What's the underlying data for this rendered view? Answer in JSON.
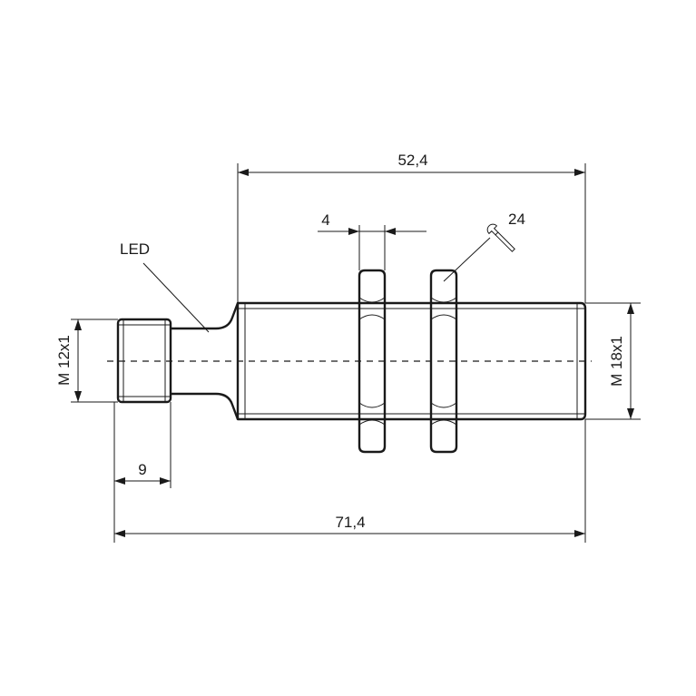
{
  "dimensions": {
    "body_length": "52,4",
    "total_length": "71,4",
    "nut_thickness": "4",
    "wrench_size": "24",
    "connector_length": "9",
    "connector_thread": "M 12x1",
    "body_thread": "M 18x1"
  },
  "labels": {
    "led": "LED"
  },
  "icons": {
    "wrench": "wrench-icon"
  }
}
